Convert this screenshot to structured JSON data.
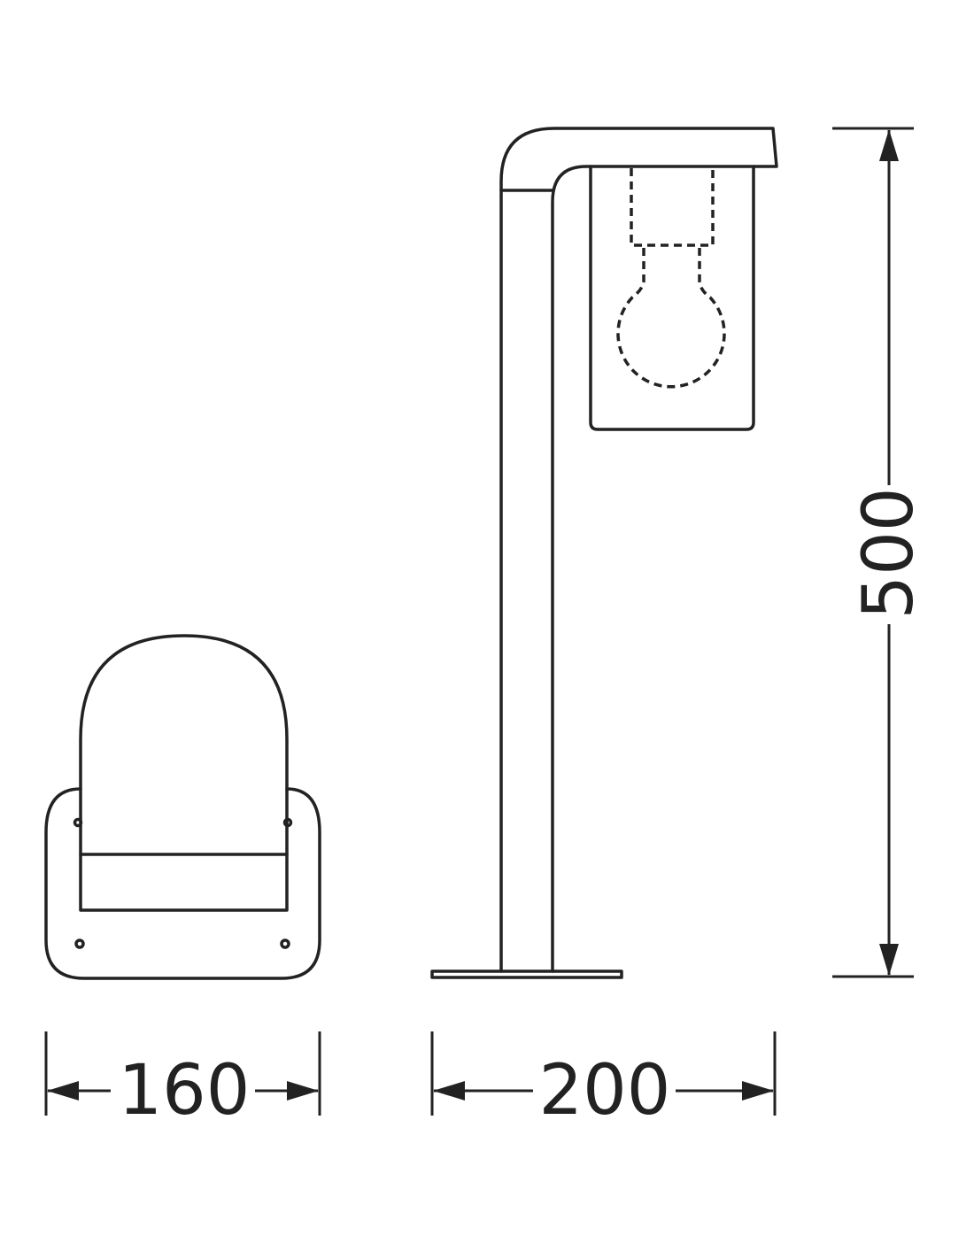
{
  "dimensions": {
    "width_top_view": "160",
    "width_side_view": "200",
    "height_side_view": "500"
  },
  "colors": {
    "line": "#222222",
    "background": "#ffffff"
  }
}
